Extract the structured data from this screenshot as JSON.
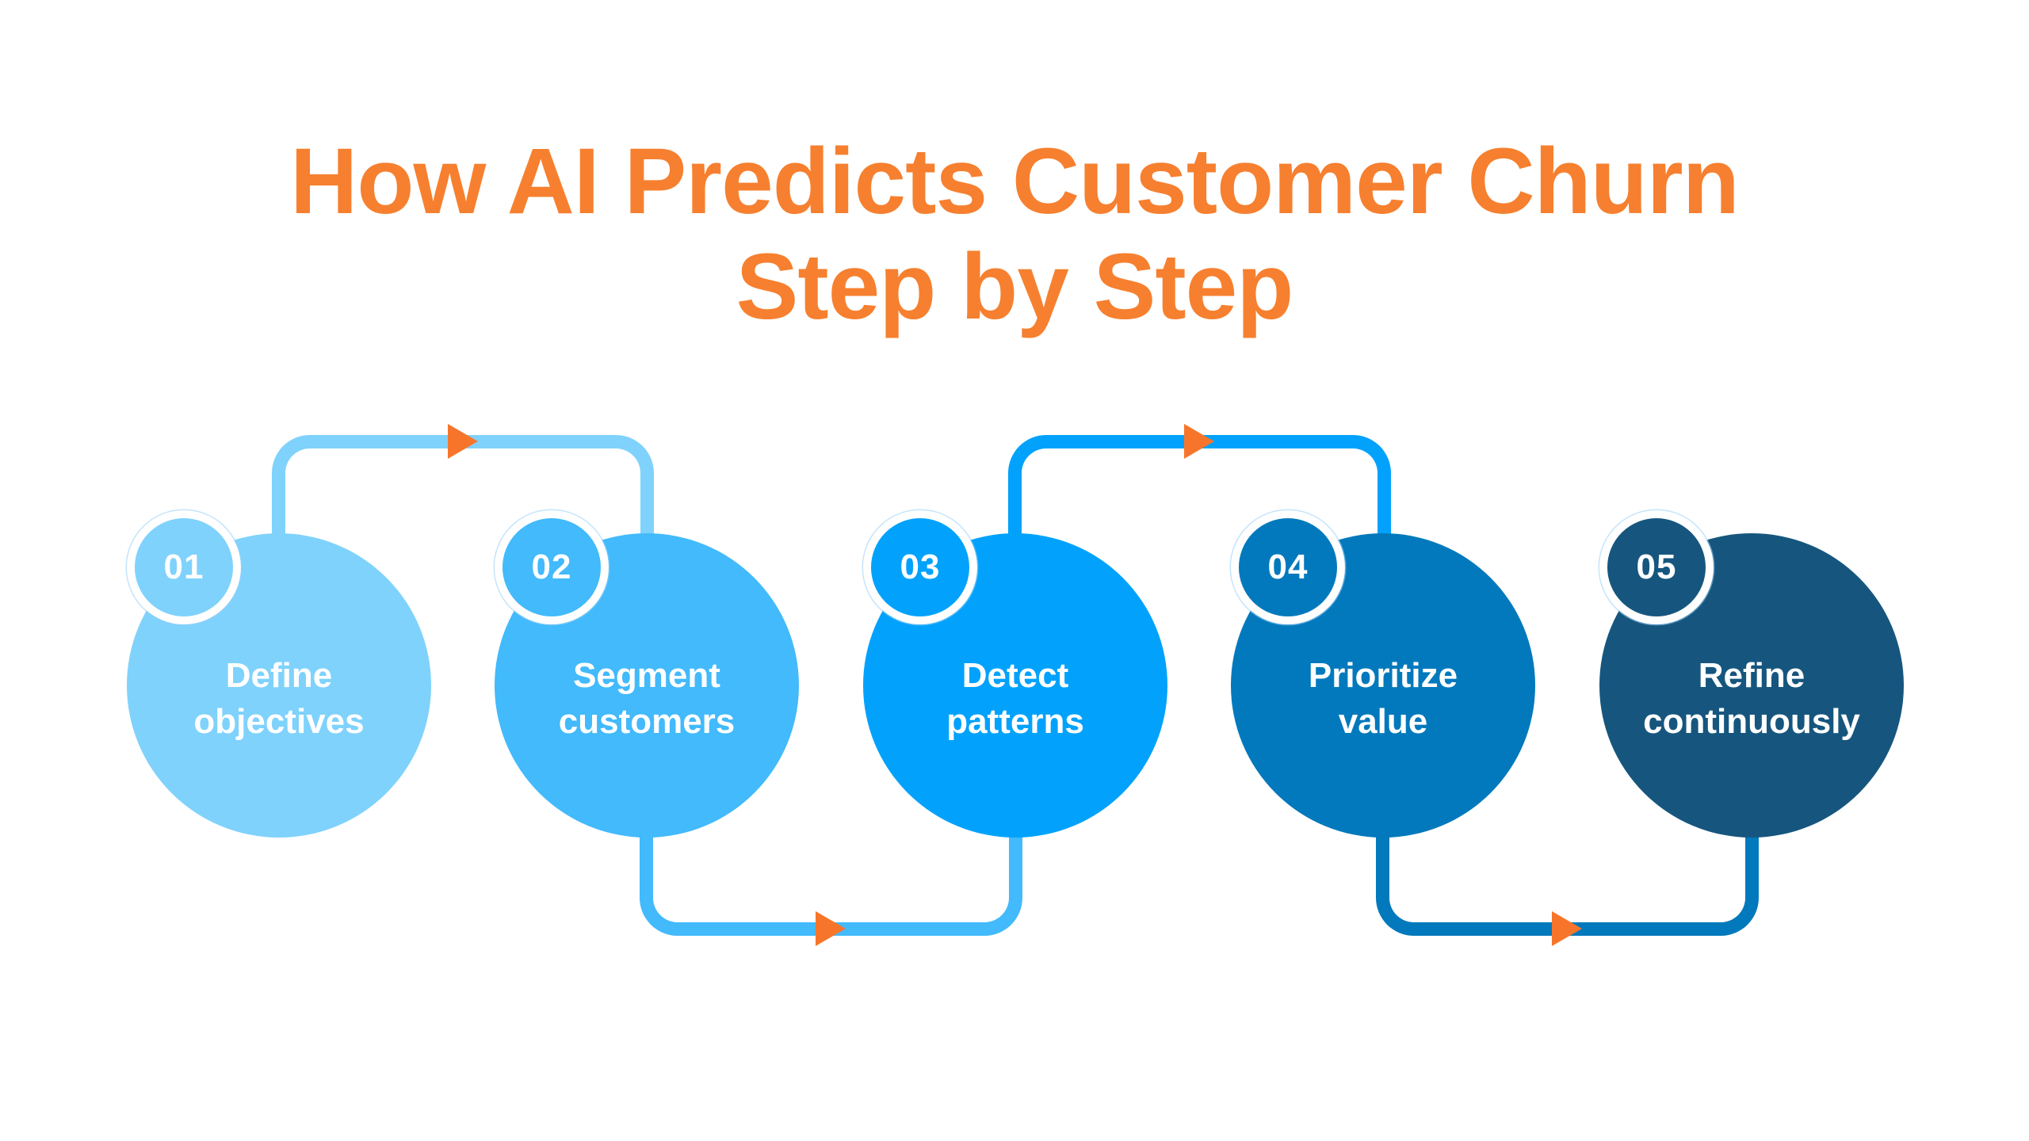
{
  "page": {
    "background_color": "#FFFFFF"
  },
  "title": {
    "line1": "How AI Predicts Customer Churn",
    "line2": "Step by Step",
    "color": "#F6802F"
  },
  "steps": [
    {
      "number": "01",
      "label_line1": "Define",
      "label_line2": "objectives",
      "color": "#7FD2FC"
    },
    {
      "number": "02",
      "label_line1": "Segment",
      "label_line2": "customers",
      "color": "#42BAFC"
    },
    {
      "number": "03",
      "label_line1": "Detect",
      "label_line2": "patterns",
      "color": "#02A2FC"
    },
    {
      "number": "04",
      "label_line1": "Prioritize",
      "label_line2": "value",
      "color": "#0279BC"
    },
    {
      "number": "05",
      "label_line1": "Refine",
      "label_line2": "continuously",
      "color": "#16567E"
    }
  ],
  "connectors": [
    {
      "from": "01",
      "to": "02",
      "position": "top",
      "color": "#7FD2FC",
      "arrow_color": "#F7752B"
    },
    {
      "from": "02",
      "to": "03",
      "position": "bottom",
      "color": "#42BAFC",
      "arrow_color": "#F7752B"
    },
    {
      "from": "03",
      "to": "04",
      "position": "top",
      "color": "#02A2FC",
      "arrow_color": "#F7752B"
    },
    {
      "from": "04",
      "to": "05",
      "position": "bottom",
      "color": "#0279BC",
      "arrow_color": "#F7752B"
    }
  ]
}
